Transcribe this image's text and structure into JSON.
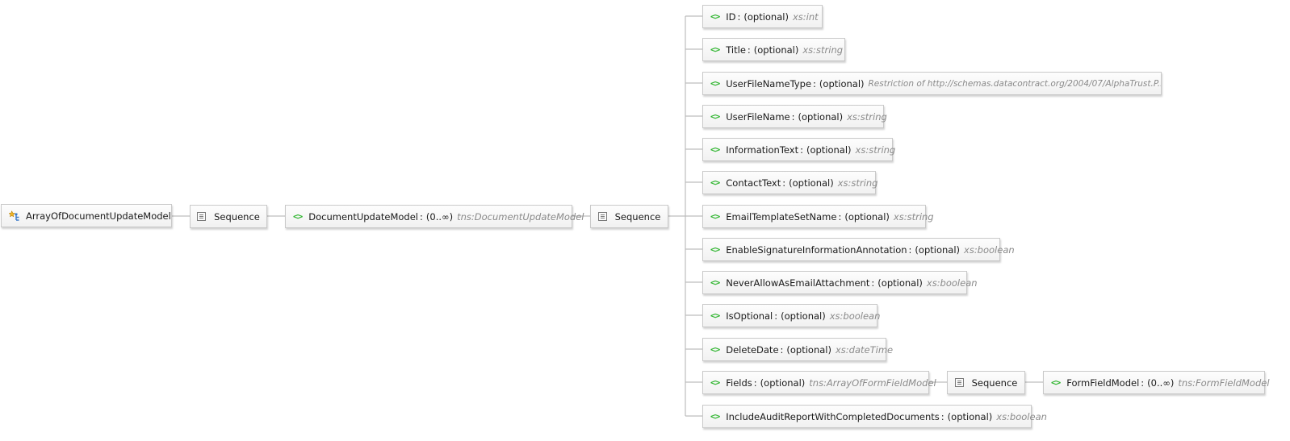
{
  "root": {
    "label": "ArrayOfDocumentUpdateModel",
    "icon": "complex-type-icon"
  },
  "sequence_label": "Sequence",
  "document_update_model": {
    "name": "DocumentUpdateModel",
    "cardinality": "(0..∞)",
    "type": "tns:DocumentUpdateModel"
  },
  "elements": [
    {
      "name": "ID",
      "cardinality": "(optional)",
      "type": "xs:int"
    },
    {
      "name": "Title",
      "cardinality": "(optional)",
      "type": "xs:string"
    },
    {
      "name": "UserFileNameType",
      "cardinality": "(optional)",
      "type": "Restriction of http://schemas.datacontract.org/2004/07/AlphaTrust.P..."
    },
    {
      "name": "UserFileName",
      "cardinality": "(optional)",
      "type": "xs:string"
    },
    {
      "name": "InformationText",
      "cardinality": "(optional)",
      "type": "xs:string"
    },
    {
      "name": "ContactText",
      "cardinality": "(optional)",
      "type": "xs:string"
    },
    {
      "name": "EmailTemplateSetName",
      "cardinality": "(optional)",
      "type": "xs:string"
    },
    {
      "name": "EnableSignatureInformationAnnotation",
      "cardinality": "(optional)",
      "type": "xs:boolean"
    },
    {
      "name": "NeverAllowAsEmailAttachment",
      "cardinality": "(optional)",
      "type": "xs:boolean"
    },
    {
      "name": "IsOptional",
      "cardinality": "(optional)",
      "type": "xs:boolean"
    },
    {
      "name": "DeleteDate",
      "cardinality": "(optional)",
      "type": "xs:dateTime"
    },
    {
      "name": "Fields",
      "cardinality": "(optional)",
      "type": "tns:ArrayOfFormFieldModel"
    },
    {
      "name": "IncludeAuditReportWithCompletedDocuments",
      "cardinality": "(optional)",
      "type": "xs:boolean"
    }
  ],
  "form_field_model": {
    "name": "FormFieldModel",
    "cardinality": "(0..∞)",
    "type": "tns:FormFieldModel"
  },
  "colors": {
    "element_icon": "#2fb52f",
    "type_text": "#8a8a8a",
    "connector": "#bdbdbd",
    "border": "#c9c9c9"
  }
}
